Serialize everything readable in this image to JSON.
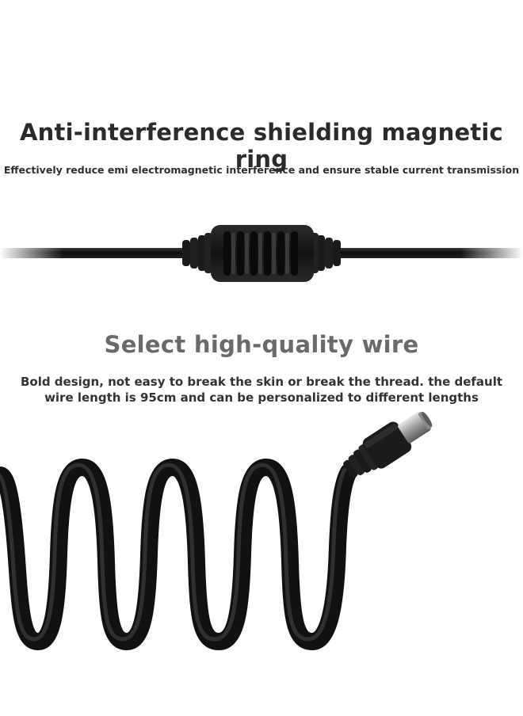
{
  "section_ring": {
    "title": "Anti-interference shielding magnetic ring",
    "subtitle": "Effectively reduce emi electromagnetic interference and ensure stable current transmission"
  },
  "section_wire": {
    "title": "Select high-quality wire",
    "subtitle_line1": "Bold design, not easy to break the skin or break the thread. the default",
    "subtitle_line2": "wire length is 95cm and can be personalized to different lengths"
  },
  "colors": {
    "cable": "#151515",
    "ferrite": "#1c1c1c",
    "connector_metal": "#bdbdbd"
  }
}
